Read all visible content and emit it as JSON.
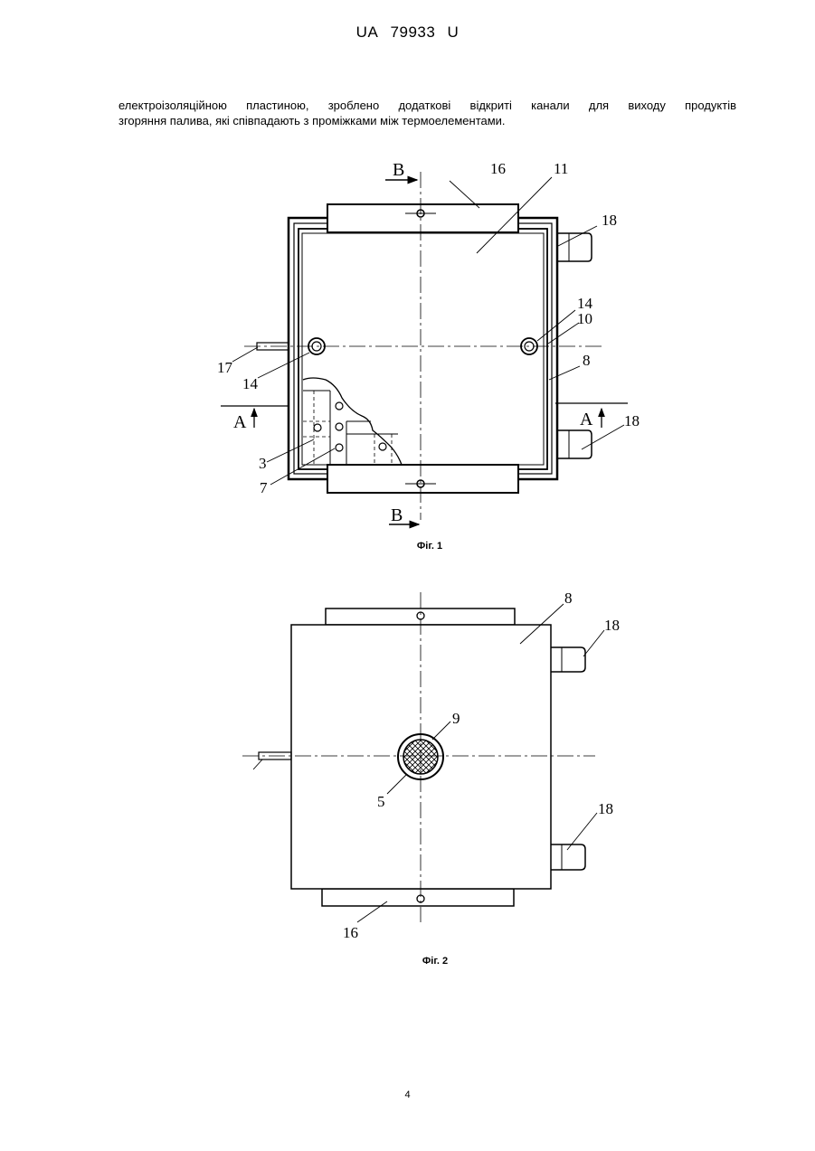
{
  "header": {
    "country": "UA",
    "number": "79933",
    "kind": "U"
  },
  "paragraph": {
    "line1": "електроізоляційною пластиною, зроблено додаткові відкриті канали для виходу продуктів",
    "line2": "згоряння палива, які співпадають з проміжками між термоелементами."
  },
  "figure1": {
    "caption": "Фіг. 1",
    "labels": {
      "b_top": "B",
      "b_bottom": "B",
      "a_left": "A",
      "a_right": "A",
      "l16": "16",
      "l11": "11",
      "l18_top": "18",
      "l14_right": "14",
      "l10": "10",
      "l8": "8",
      "l17": "17",
      "l14_left": "14",
      "l18_bottom": "18",
      "l3": "3",
      "l7": "7"
    }
  },
  "figure2": {
    "caption": "Фіг. 2",
    "labels": {
      "l8": "8",
      "l18_top": "18",
      "l9": "9",
      "l5": "5",
      "l18_bottom": "18",
      "l16": "16"
    }
  },
  "page_number": "4"
}
